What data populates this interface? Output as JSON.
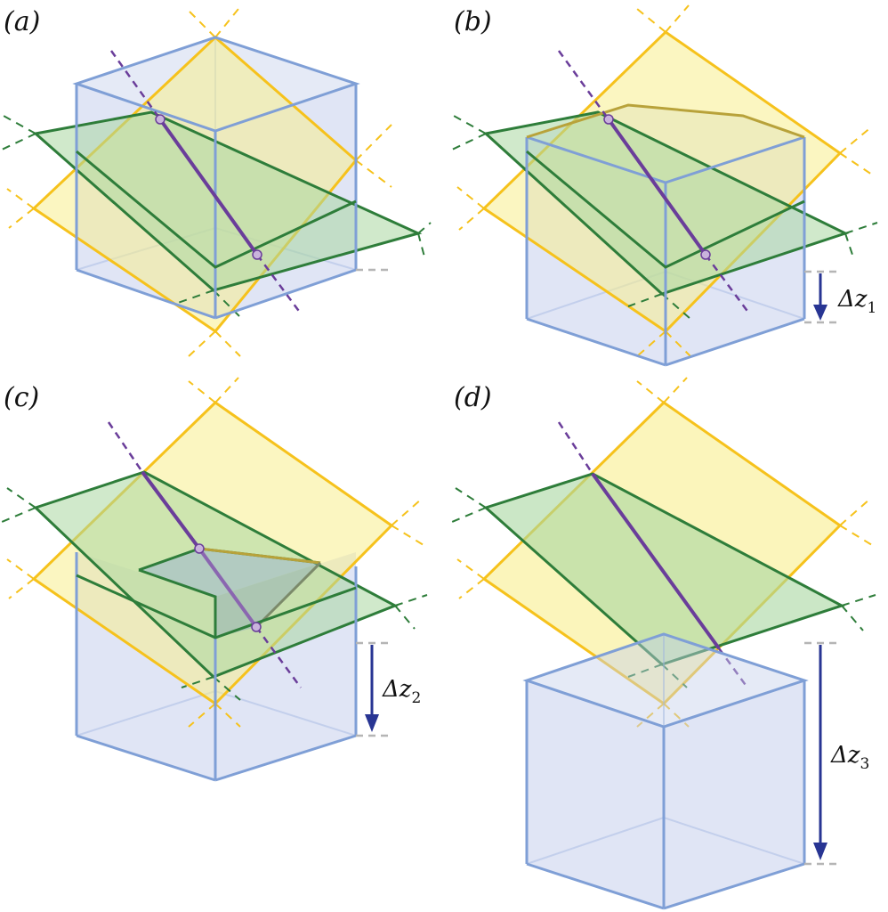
{
  "panels": [
    {
      "label": "(a)",
      "offset_label": ""
    },
    {
      "label": "(b)",
      "offset_label": "Δz",
      "offset_sub": "1"
    },
    {
      "label": "(c)",
      "offset_label": "Δz",
      "offset_sub": "2"
    },
    {
      "label": "(d)",
      "offset_label": "Δz",
      "offset_sub": "3"
    }
  ],
  "colors": {
    "cube_edge": "#7f9fd6",
    "cube_fill": "#c6d0ec",
    "green_plane": "#2e7d3a",
    "green_fill": "#a9d7a0",
    "yellow_plane": "#f6c21c",
    "yellow_fill": "#f8ee8e",
    "intersection_line": "#6a3d9a",
    "arrow": "#283593",
    "guide": "#b5b5b5"
  }
}
